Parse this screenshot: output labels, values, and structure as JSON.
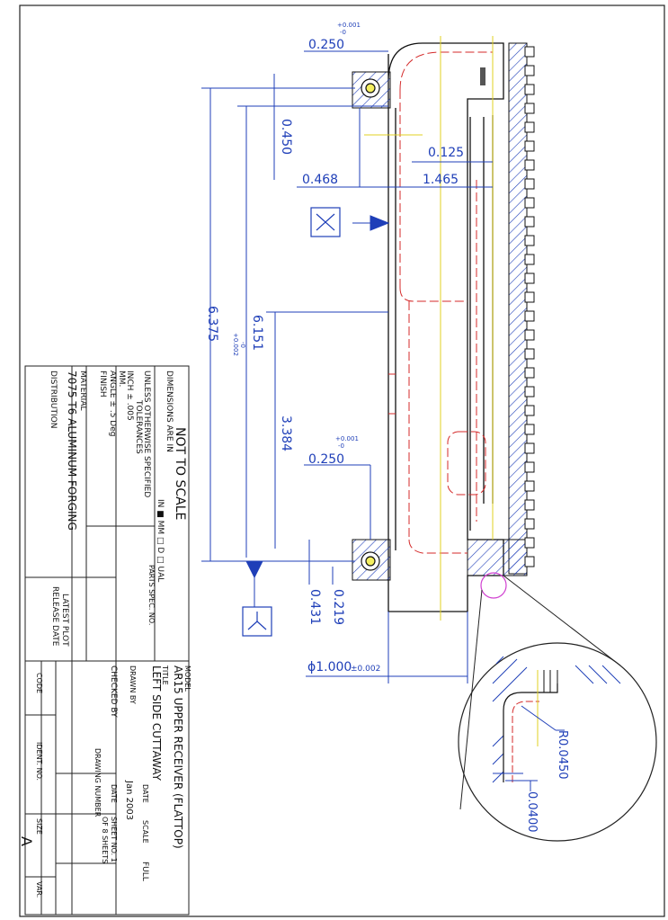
{
  "dimensions": {
    "top_width": "0.250",
    "top_tol_plus": "+0.001",
    "top_tol_minus": "-0",
    "d_0450": "0.450",
    "d_0125": "0.125",
    "d_0468": "0.468",
    "d_1465": "1.465",
    "d_6375": "6.375",
    "d_6151": "6.151",
    "d_6151_tol_plus": "+0.002",
    "d_6151_tol_minus": "-0",
    "d_3384": "3.384",
    "mid_width": "0.250",
    "mid_tol_plus": "+0.001",
    "mid_tol_minus": "-0",
    "d_0431": "0.431",
    "d_0219": "0.219",
    "diameter": "ϕ1.000",
    "diameter_tol": "±0.002",
    "radius": "R0.0450",
    "d_0400": "0.0400"
  },
  "datum_x": "X",
  "datum_y": "Y",
  "title_block": {
    "not_to_scale": "NOT TO SCALE",
    "dims_in": "DIMENSIONS ARE IN",
    "units_line": "IN ■  MM □   D □  UAL",
    "unless": "UNLESS OTHERWISE SPECIFIED",
    "tolerances": "TOLERANCES",
    "inch_tol": "INCH  ±  .005",
    "mm_tol": "MM.",
    "angle_tol": "ANGLE ± .5 Deg",
    "finish": "FINISH",
    "material": "MATERIAL",
    "material_value": "7075 T6 ALUMINUM FORGING",
    "distribution": "DISTRIBUTION",
    "parts_spec": "PARTS SPEC. NO.",
    "latest_plot": "LATEST PLOT",
    "release_date": "RELEASE DATE",
    "model": "MODEL",
    "model_value": "AR15 UPPER RECEIVER (FLATTOP)",
    "title": "TITLE",
    "title_value": "LEFT SIDE CUTTAWAY",
    "drawn_by": "DRAWN BY",
    "checked_by": "CHECKED BY",
    "date_label": "DATE",
    "date_value": "Jan 2003",
    "scale_label": "SCALE",
    "scale_value": "FULL",
    "date2": "DATE",
    "sheet_no": "SHEET NO.  1",
    "of_sheets": "OF 8  SHEETS",
    "drawing_number": "DRAWING NUMBER",
    "code": "CODE",
    "ident_no": "IDENT. NO.",
    "size": "SIZE",
    "size_value": "A",
    "var": "VAR."
  },
  "colors": {
    "blue": "#1f3fb8",
    "red": "#d42a2a",
    "yellow": "#e0d020",
    "magenta": "#d040d0",
    "black": "#111111"
  }
}
